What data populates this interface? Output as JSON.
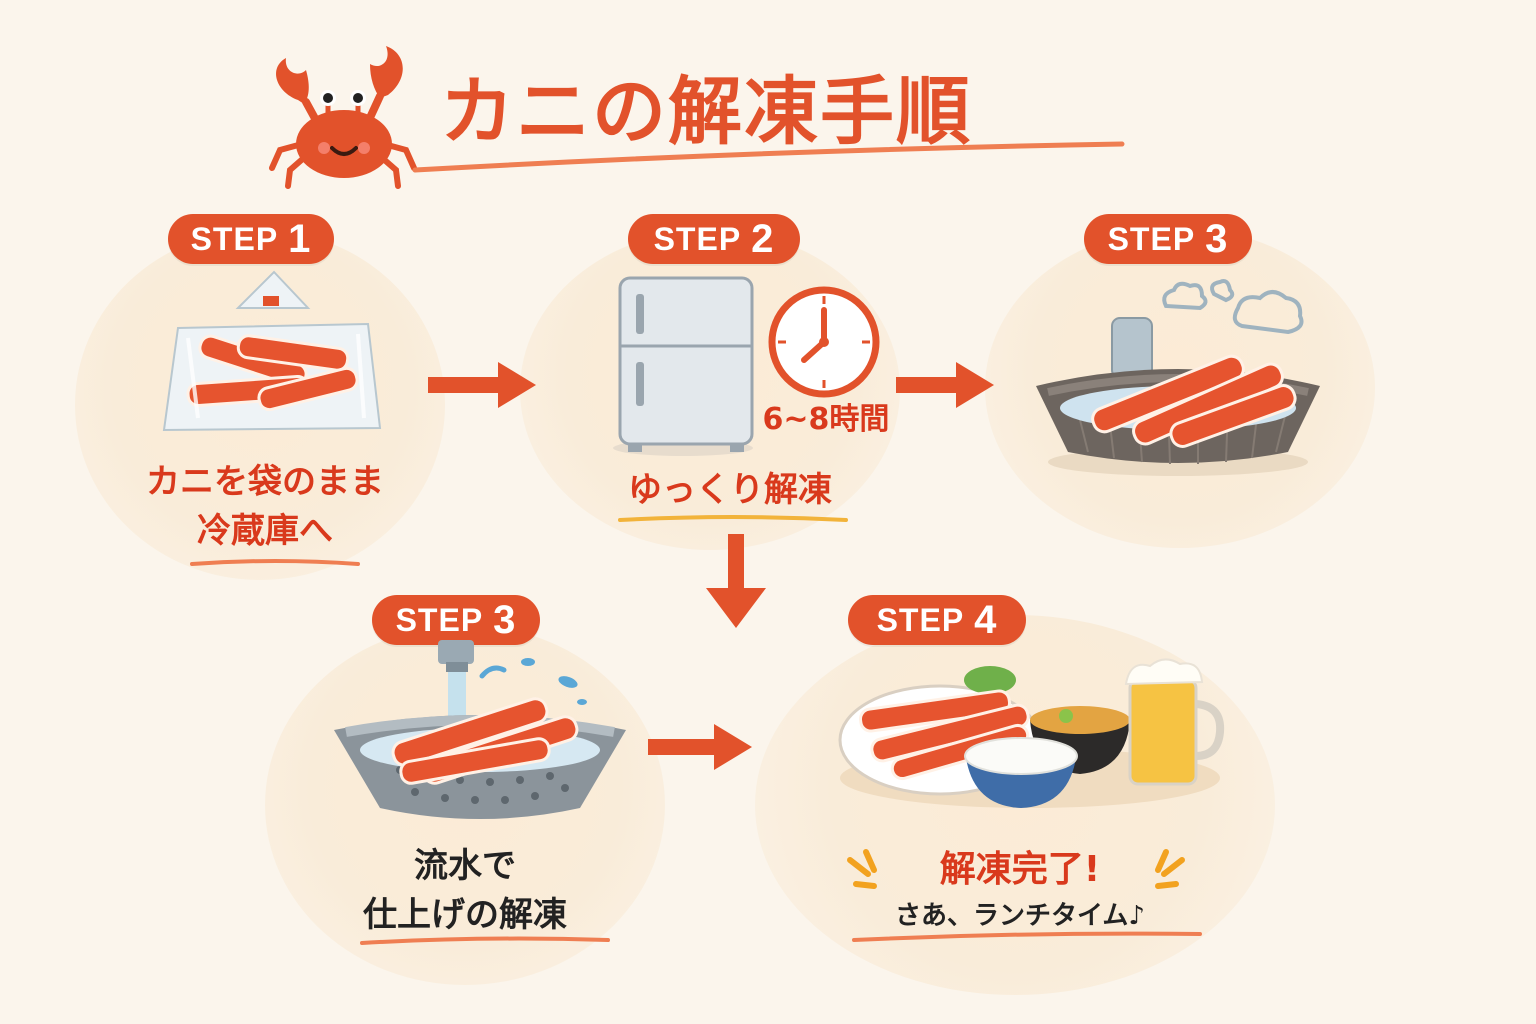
{
  "title": "カニの解凍手順",
  "colors": {
    "accent": "#e2522b",
    "text_red": "#d9391c",
    "background": "#fbf5ec",
    "circle": "#f9ead6",
    "yellow": "#f2b33a"
  },
  "icons": [
    "crab-icon",
    "refrigerator-icon",
    "clock-icon",
    "steam-icon",
    "faucet-icon"
  ],
  "steps": [
    {
      "label": "STEP",
      "number": "1",
      "caption_line1": "カニを袋のまま",
      "caption_line2": "冷蔵庫へ"
    },
    {
      "label": "STEP",
      "number": "2",
      "timer": "6~8時間",
      "caption_line1": "ゆっくり解凍"
    },
    {
      "label": "STEP",
      "number": "3"
    },
    {
      "label": "STEP",
      "number": "3",
      "caption_line1": "流水で",
      "caption_line2": "仕上げの解凍"
    },
    {
      "label": "STEP",
      "number": "4",
      "caption_line1": "解凍完了!",
      "caption_line2": "さあ、ランチタイム♪"
    }
  ]
}
